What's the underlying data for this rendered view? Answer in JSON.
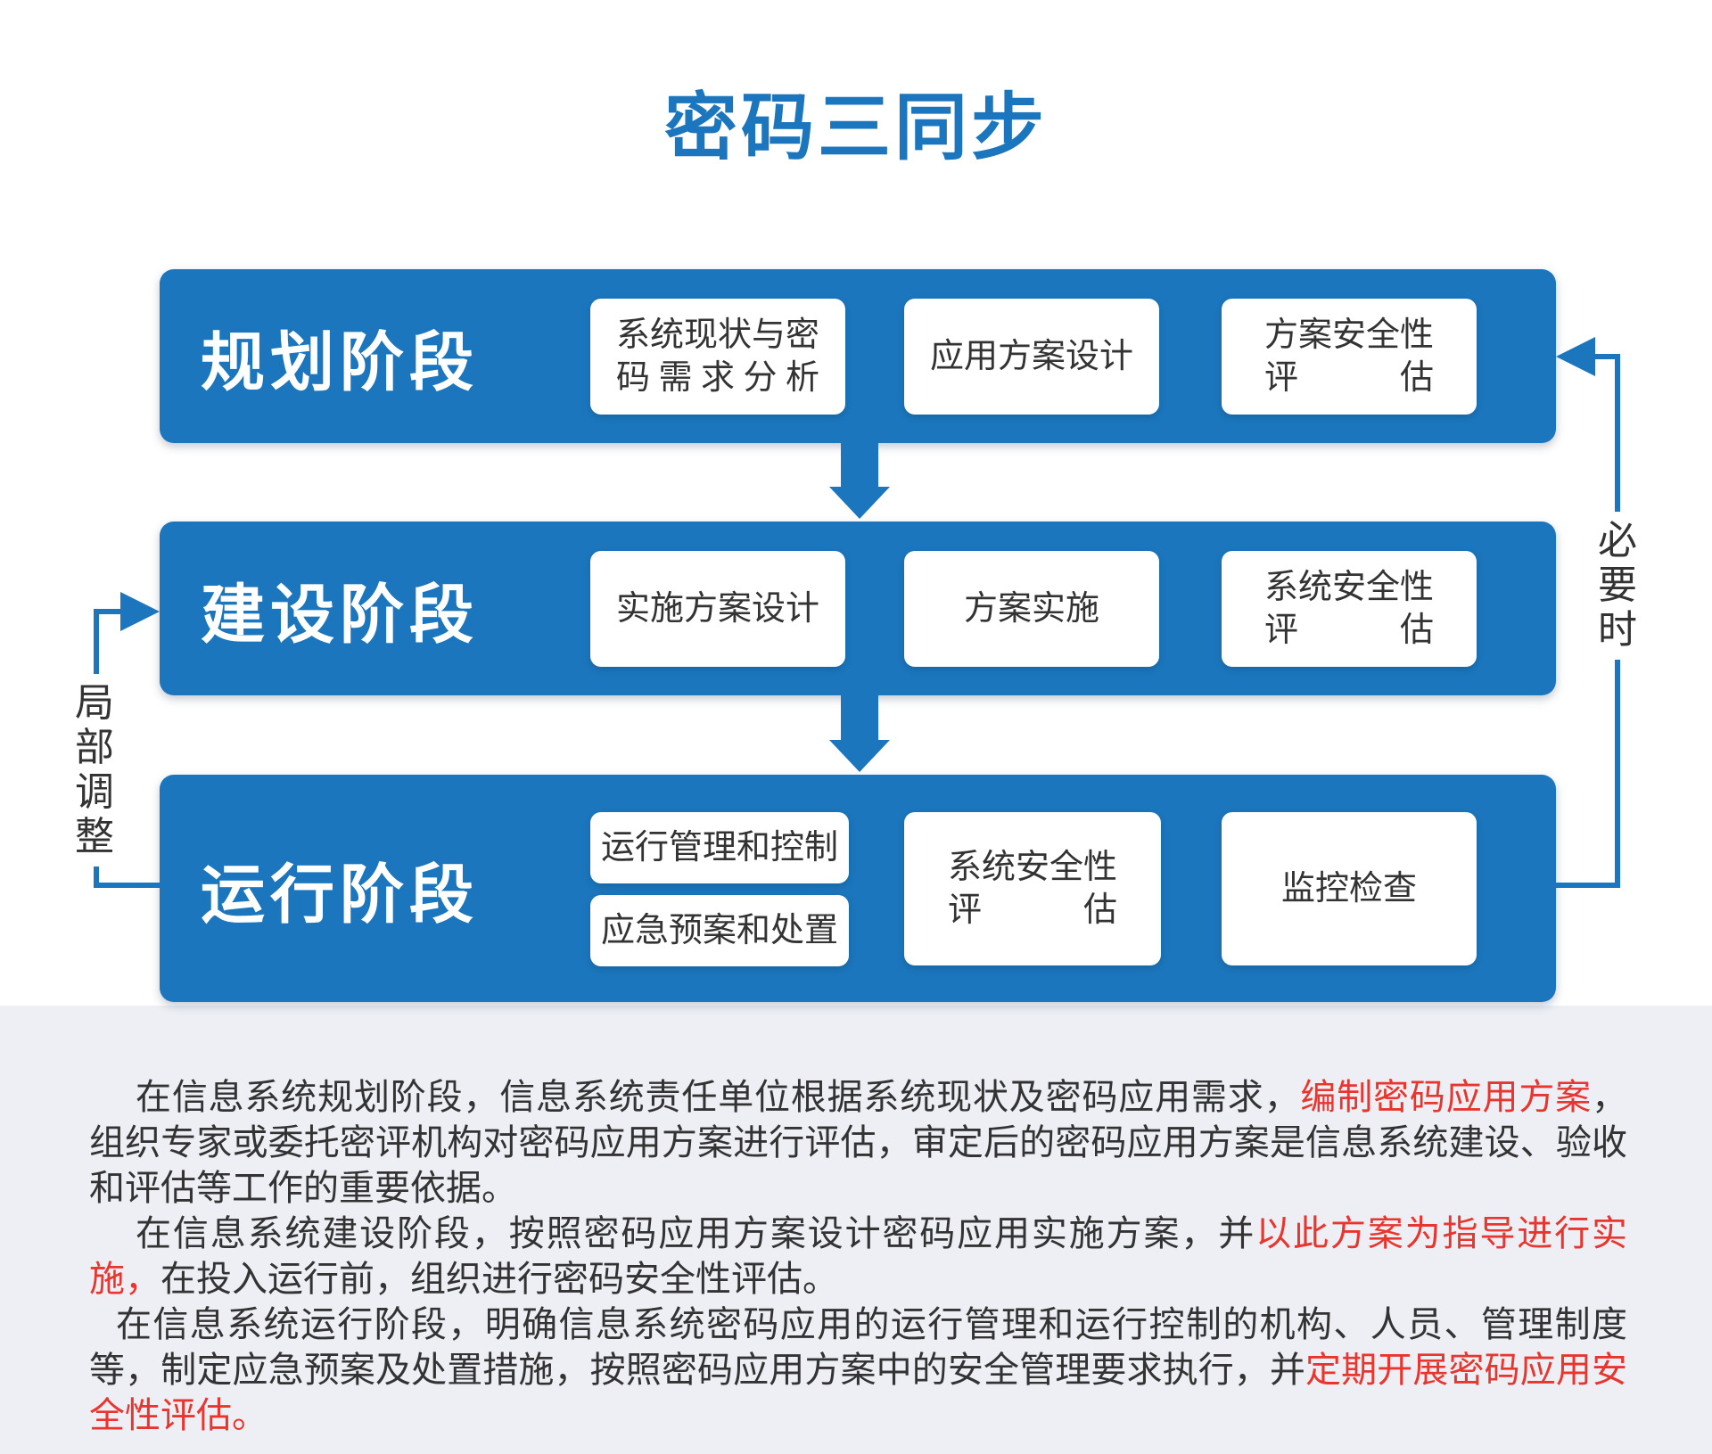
{
  "title": "密码三同步",
  "colors": {
    "primary_blue": "#1b76bd",
    "highlight_red": "#e8362f",
    "body_text": "#333333",
    "band_gray": "#edeff4",
    "box_white": "#ffffff"
  },
  "stages": [
    {
      "label": "规划阶段",
      "boxes": [
        {
          "line1": "系统现状与密",
          "line2": "码需求分析"
        },
        {
          "line1": "应用方案设计"
        },
        {
          "line1": "方案安全性",
          "line2": "评估"
        }
      ]
    },
    {
      "label": "建设阶段",
      "boxes": [
        {
          "line1": "实施方案设计"
        },
        {
          "line1": "方案实施"
        },
        {
          "line1": "系统安全性",
          "line2": "评估"
        }
      ]
    },
    {
      "label": "运行阶段",
      "boxes": [
        {
          "line1": "运行管理和控制"
        },
        {
          "line1": "应急预案和处置"
        },
        {
          "line1": "系统安全性",
          "line2": "评估"
        },
        {
          "line1": "监控检查"
        }
      ]
    }
  ],
  "feedback": {
    "left_label": "局部调整",
    "right_label": "必要时"
  },
  "paragraphs": [
    {
      "pre": "在信息系统规划阶段，信息系统责任单位根据系统现状及密码应用需求，",
      "red": "编制密码应用方案",
      "post": "，组织专家或委托密评机构对密码应用方案进行评估，审定后的密码应用方案是信息系统建设、验收和评估等工作的重要依据。"
    },
    {
      "pre": "在信息系统建设阶段，按照密码应用方案设计密码应用实施方案，并",
      "red": "以此方案为指导进行实施，",
      "post": "在投入运行前，组织进行密码安全性评估。"
    },
    {
      "pre": "在信息系统运行阶段，明确信息系统密码应用的运行管理和运行控制的机构、人员、管理制度等，制定应急预案及处置措施，按照密码应用方案中的安全管理要求执行，并",
      "red": "定期开展密码应用安全性评估。",
      "post": ""
    }
  ]
}
